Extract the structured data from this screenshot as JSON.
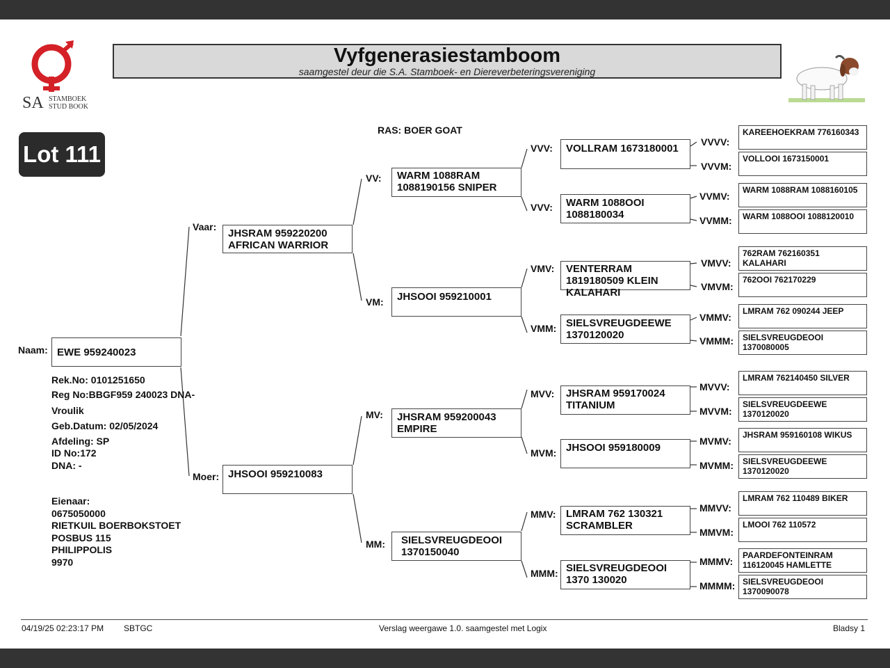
{
  "header": {
    "title": "Vyfgenerasiestamboom",
    "subtitle": "saamgestel deur die S.A. Stamboek- en Diereverbeteringsvereniging",
    "logo_text_main": "SA",
    "logo_text_line1": "STAMBOEK",
    "logo_text_line2": "STUD BOOK",
    "logo_color": "#d42027"
  },
  "lot_label": "Lot 111",
  "breed": "RAS: BOER GOAT",
  "animal": {
    "name_label": "Naam:",
    "name": "EWE 959240023",
    "rek_no": "Rek.No: 0101251650",
    "reg_no": "Reg No:BBGF959 240023 DNA-",
    "sex": "Vroulik",
    "birth_date": "Geb.Datum: 02/05/2024",
    "division": "Afdeling: SP",
    "id_no": "ID No:172",
    "dna": "DNA: -"
  },
  "owner": {
    "label": "Eienaar:",
    "number": "0675050000",
    "name": "RIETKUIL BOERBOKSTOET",
    "address1": "POSBUS 115",
    "address2": "PHILIPPOLIS",
    "postcode": "9970"
  },
  "pedigree": {
    "sire": {
      "label": "Vaar:",
      "name": "JHSRAM 959220200\nAFRICAN WARRIOR"
    },
    "dam": {
      "label": "Moer:",
      "name": "JHSOOI 959210083"
    },
    "vv": {
      "label": "VV:",
      "name": "WARM 1088RAM\n1088190156 SNIPER"
    },
    "vm": {
      "label": "VM:",
      "name": "JHSOOI 959210001"
    },
    "mv": {
      "label": "MV:",
      "name": "JHSRAM 959200043\nEMPIRE"
    },
    "mm": {
      "label": "MM:",
      "name": "SIELSVREUGDEOOI\n1370150040"
    },
    "vvv": {
      "label": "VVV:",
      "name": "VOLLRAM 1673180001"
    },
    "vvm": {
      "label": "VVV:",
      "name": "WARM 1088OOI\n1088180034"
    },
    "vmv": {
      "label": "VMV:",
      "name": "VENTERRAM\n1819180509 KLEIN\nKALAHARI"
    },
    "vmm": {
      "label": "VMM:",
      "name": "SIELSVREUGDEEWE\n1370120020"
    },
    "mvv": {
      "label": "MVV:",
      "name": "JHSRAM 959170024\nTITANIUM"
    },
    "mvm": {
      "label": "MVM:",
      "name": "JHSOOI 959180009"
    },
    "mmv": {
      "label": "MMV:",
      "name": "LMRAM 762 130321\nSCRAMBLER"
    },
    "mmm": {
      "label": "MMM:",
      "name": "SIELSVREUGDEOOI\n1370 130020"
    },
    "vvvv": {
      "label": "VVVV:",
      "name": "KAREEHOEKRAM 776160343"
    },
    "vvvm": {
      "label": "VVVM:",
      "name": "VOLLOOI 1673150001"
    },
    "vvmv": {
      "label": "VVMV:",
      "name": "WARM 1088RAM 1088160105"
    },
    "vvmm": {
      "label": "VVMM:",
      "name": "WARM 1088OOI 1088120010"
    },
    "vmvv": {
      "label": "VMVV:",
      "name": "762RAM 762160351\nKALAHARI"
    },
    "vmvm": {
      "label": "VMVM:",
      "name": "762OOI 762170229"
    },
    "vmmv": {
      "label": "VMMV:",
      "name": "LMRAM 762 090244 JEEP"
    },
    "vmmm": {
      "label": "VMMM:",
      "name": "SIELSVREUGDEOOI\n1370080005"
    },
    "mvvv": {
      "label": "MVVV:",
      "name": "LMRAM 762140450 SILVER"
    },
    "mvvm": {
      "label": "MVVM:",
      "name": "SIELSVREUGDEEWE\n1370120020"
    },
    "mvmv": {
      "label": "MVMV:",
      "name": "JHSRAM 959160108 WIKUS"
    },
    "mvmm": {
      "label": "MVMM:",
      "name": "SIELSVREUGDEEWE\n1370120020"
    },
    "mmvv": {
      "label": "MMVV:",
      "name": "LMRAM 762 110489 BIKER"
    },
    "mmvm": {
      "label": "MMVM:",
      "name": "LMOOI 762 110572"
    },
    "mmmv": {
      "label": "MMMV:",
      "name": "PAARDEFONTEINRAM\n116120045 HAMLETTE"
    },
    "mmmm": {
      "label": "MMMM:",
      "name": "SIELSVREUGDEOOI\n1370090078"
    }
  },
  "footer": {
    "datetime": "04/19/25 02:23:17 PM",
    "code": "SBTGC",
    "report": "Verslag weergawe 1.0. saamgestel met Logix",
    "page": "Bladsy 1"
  }
}
